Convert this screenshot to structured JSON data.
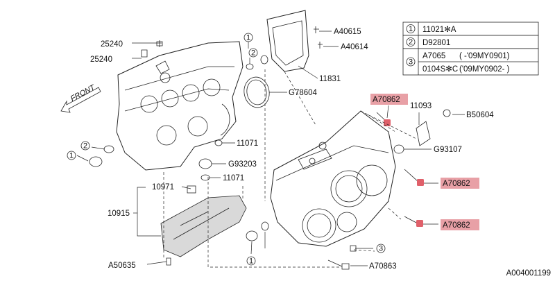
{
  "diagram_id": "A004001199",
  "legend": [
    {
      "ref": "1",
      "part": "11021✻A"
    },
    {
      "ref": "2",
      "part": "D92801"
    },
    {
      "ref": "3",
      "part": "A7065",
      "note": "( -'09MY0901)"
    },
    {
      "ref": "3",
      "part": "0104S✻C",
      "note": "('09MY0902- )"
    }
  ],
  "front_label": "FRONT",
  "callouts": {
    "c25240a": "25240",
    "c25240b": "25240",
    "cA40615": "A40615",
    "cA40614": "A40614",
    "c11831": "11831",
    "cG78604": "G78604",
    "cA70862a": "A70862",
    "c11093": "11093",
    "cB50604": "B50604",
    "cG93107": "G93107",
    "c11071a": "11071",
    "cG93203": "G93203",
    "c11071b": "11071",
    "cA70862b": "A70862",
    "cA70862c": "A70862",
    "c10971": "10971",
    "c10915": "10915",
    "cA50635": "A50635",
    "cA70863": "A70863"
  },
  "refs": {
    "r2a": "2",
    "r1a": "1",
    "r2b": "2",
    "r1b": "1",
    "r1c": "1",
    "r3": "3"
  },
  "highlight_color": "#e8a0a6"
}
